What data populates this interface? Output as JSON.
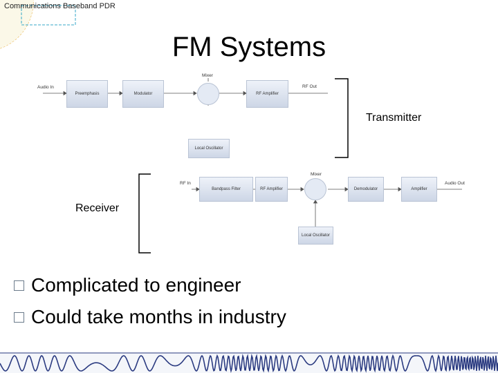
{
  "header": {
    "text": "Communications Baseband PDR"
  },
  "title": "FM Systems",
  "transmitter": {
    "blocks": {
      "preemphasis": "Preemphasis",
      "modulator": "Modulator",
      "rf_amplifier": "RF Amplifier",
      "local_oscillator": "Local Oscillator"
    },
    "labels": {
      "audio_in": "Audio In",
      "mixer": "Mixer",
      "rf_out": "RF Out"
    },
    "section_label": "Transmitter"
  },
  "receiver": {
    "blocks": {
      "bandpass_filter": "Bandpass Filter",
      "rf_amplifier": "RF Amplifier",
      "demodulator": "Demodulator",
      "amplifier": "Amplifier",
      "local_oscillator": "Local Oscillator"
    },
    "labels": {
      "rf_in": "RF In",
      "mixer": "Mixer",
      "audio_out": "Audio Out"
    },
    "section_label": "Receiver"
  },
  "bullets": [
    "Complicated to engineer",
    "Could take months in industry"
  ],
  "colors": {
    "block_fill": "#dfe5ef",
    "block_border": "#b9c3d4",
    "accent_arc": "#e8b040",
    "accent_dash": "#35a7c9",
    "waveform": "#2a3a80"
  }
}
